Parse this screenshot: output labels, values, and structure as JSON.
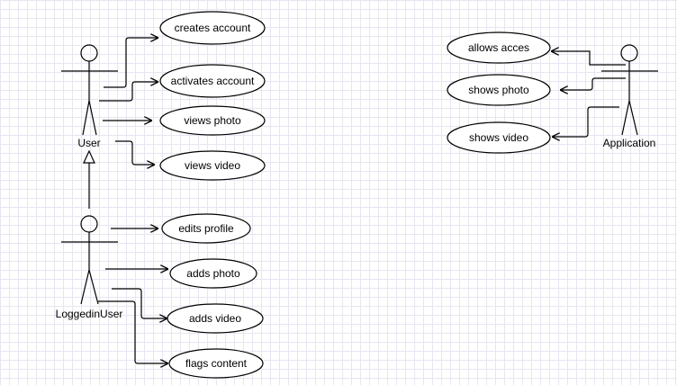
{
  "actors": {
    "user": "User",
    "loggedin_user": "LoggedinUser",
    "application": "Application"
  },
  "use_cases": {
    "creates_account": "creates account",
    "activates_account": "activates account",
    "views_photo": "views photo",
    "views_video": "views video",
    "edits_profile": "edits profile",
    "adds_photo": "adds photo",
    "adds_video": "adds video",
    "flags_content": "flags content",
    "allows_acces": "allows acces",
    "shows_photo": "shows photo",
    "shows_video": "shows video"
  },
  "colors": {
    "grid": "#e6e6f2",
    "stroke": "#000000",
    "background": "#ffffff"
  }
}
